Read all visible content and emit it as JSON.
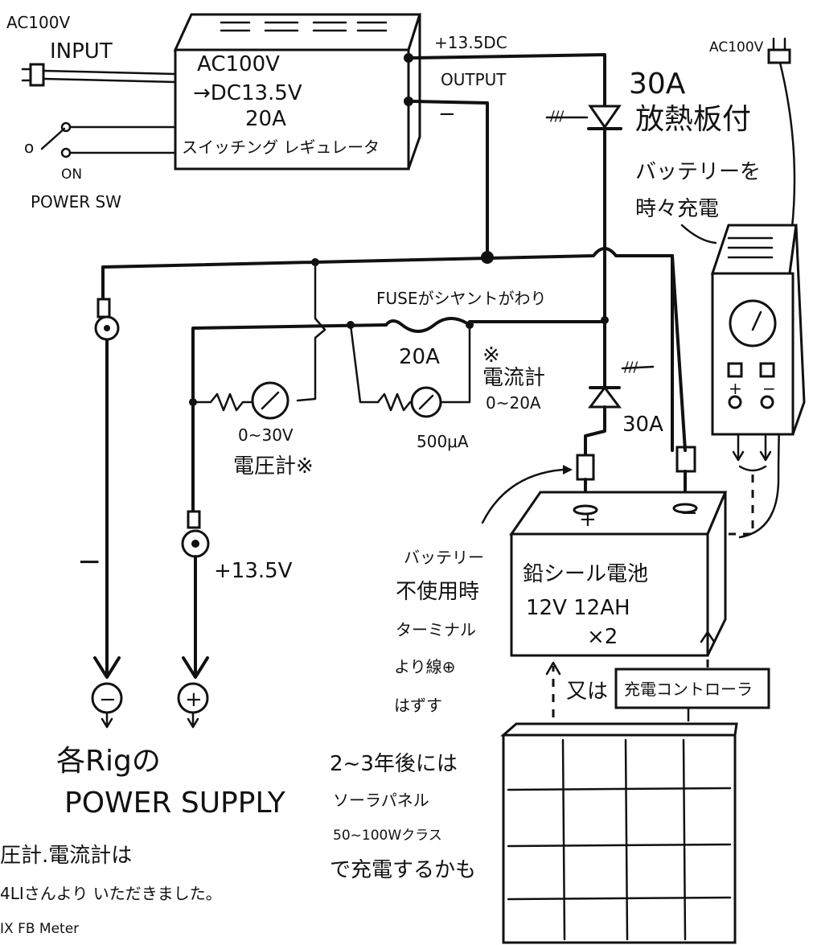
{
  "ac_input": {
    "line1": "AC100V",
    "line2": "INPUT"
  },
  "power_switch": {
    "on_label": "ON",
    "label": "POWER SW"
  },
  "psu": {
    "line1": "AC100V",
    "line2": "→DC13.5V",
    "line3": "20A",
    "line4": "スイッチング レギュレータ",
    "output_voltage": "+13.5DC",
    "output_label": "OUTPUT",
    "minus": "−"
  },
  "diode_top": {
    "rating": "30A",
    "heatsink": "放熱板付"
  },
  "charger": {
    "ac_label": "AC100V",
    "note1": "バッテリーを",
    "note2": "時々充電",
    "terminal_plus": "+",
    "terminal_minus": "−"
  },
  "fuse_note": "FUSEがシヤントがわり",
  "fuse_rating": "20A",
  "ammeter": {
    "mark": "※",
    "label": "電流計",
    "range": "0~20A",
    "meter_rating": "500μA"
  },
  "voltmeter": {
    "range": "0~30V",
    "label": "電圧計※"
  },
  "diode_bottom": {
    "rating": "30A"
  },
  "battery": {
    "line1": "鉛シール電池",
    "line2": "12V 12AH",
    "line3": "×2",
    "plus": "+",
    "minus": "−"
  },
  "battery_note": {
    "line1": "バッテリー",
    "line2": "不使用時",
    "line3": "ターミナル",
    "line4": "より線⊕",
    "line5": "はずす"
  },
  "output_terminal": {
    "voltage": "+13.5V",
    "minus": "−"
  },
  "rig_terminals": {
    "minus": "−",
    "plus": "+"
  },
  "rig_supply": {
    "line1": "各Rigの",
    "line2": "POWER SUPPLY"
  },
  "solar": {
    "or_label": "又は",
    "controller": "充電コントローラ",
    "note1": "2~3年後には",
    "note2": "ソーラパネル",
    "note3": "50~100Wクラス",
    "note4": "で充電するかも"
  },
  "credit": {
    "line1": "圧計.電流計は",
    "line2": "4LIさんより いただきました。",
    "line3": "IX FB Meter"
  }
}
